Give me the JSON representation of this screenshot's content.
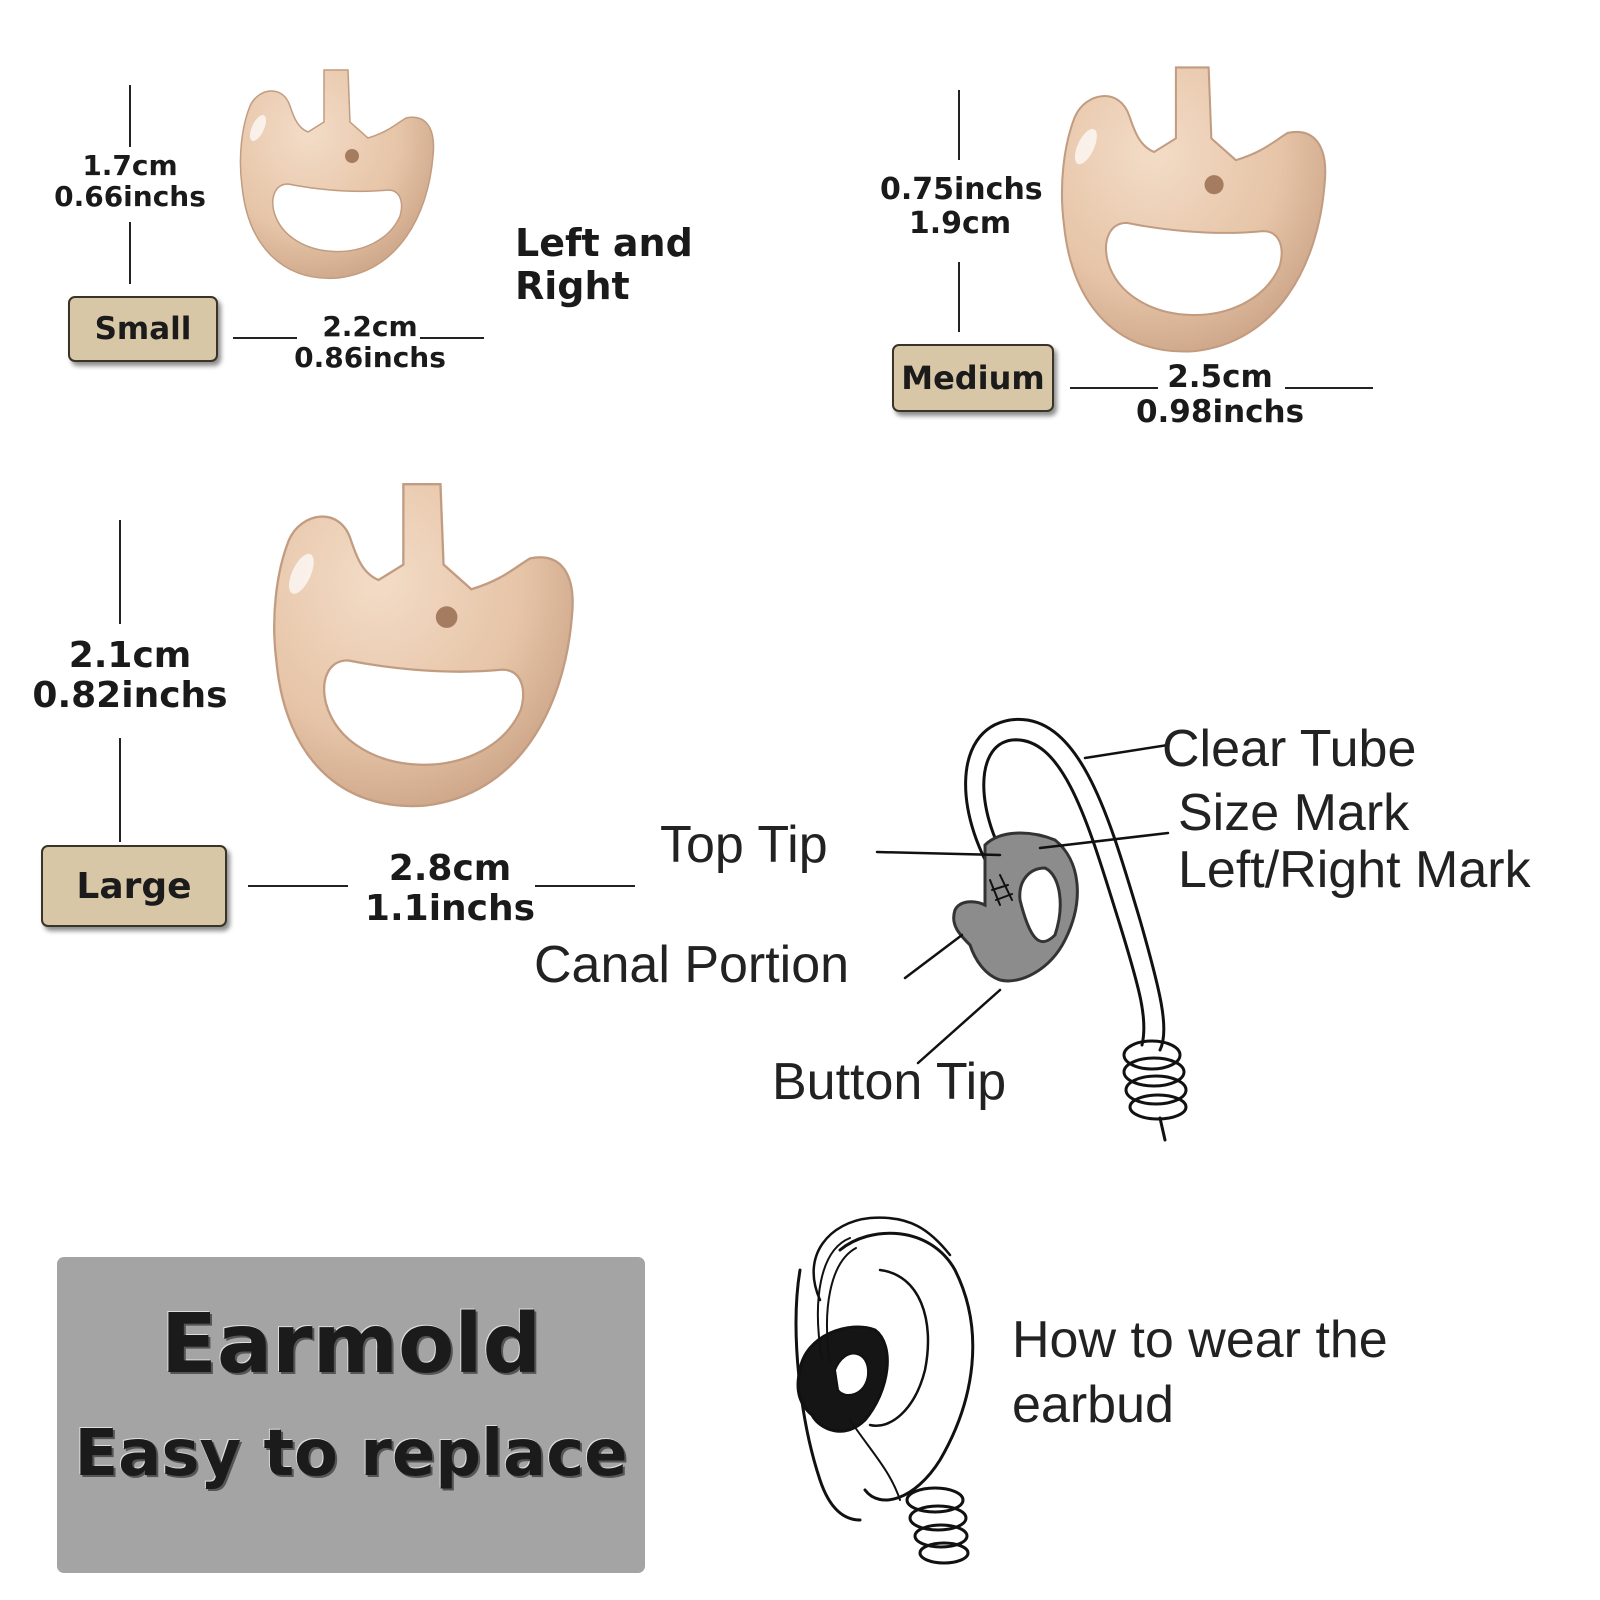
{
  "heading": "Left and Right",
  "sizes": {
    "small": {
      "label": "Small",
      "height_cm": "1.7cm",
      "height_in": "0.66inchs",
      "width_cm": "2.2cm",
      "width_in": "0.86inchs"
    },
    "medium": {
      "label": "Medium",
      "height_in": "0.75inchs",
      "height_cm": "1.9cm",
      "width_cm": "2.5cm",
      "width_in": "0.98inchs"
    },
    "large": {
      "label": "Large",
      "height_cm": "2.1cm",
      "height_in": "0.82inchs",
      "width_cm": "2.8cm",
      "width_in": "1.1inchs"
    }
  },
  "callouts": {
    "clear_tube": "Clear Tube",
    "size_mark": "Size Mark",
    "lr_mark": "Left/Right Mark",
    "top_tip": "Top Tip",
    "canal_portion": "Canal Portion",
    "button_tip": "Button Tip"
  },
  "badge": {
    "line1": "Earmold",
    "line2": "Easy to replace"
  },
  "wear": {
    "line1": "How to wear the",
    "line2": "earbud"
  },
  "colors": {
    "earmold": "#e8c9ae",
    "tag": "#d8c7a6",
    "badge": "#a4a4a4",
    "dark_mold": "#8c8c8c"
  }
}
